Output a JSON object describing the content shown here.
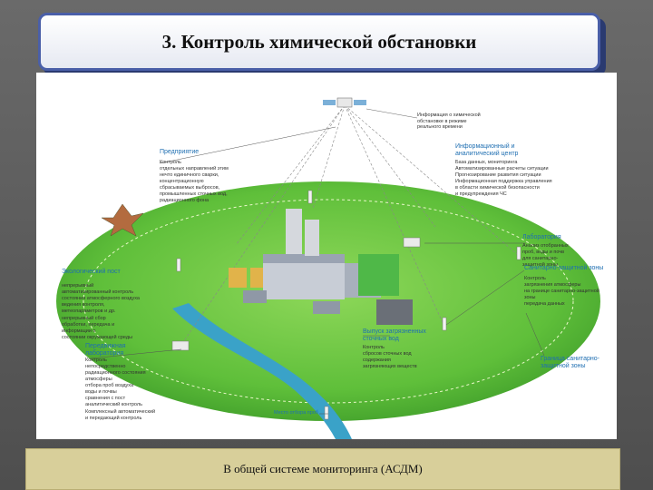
{
  "slide": {
    "title": "3. Контроль химической обстановки",
    "caption": "В общей системе мониторинга (АСДМ)"
  },
  "diagram": {
    "satellite_note": "Информация о химической обстановке в режиме реального времени",
    "info_center": {
      "title": "Информационный и аналитический центр",
      "lines": [
        "База данных, мониторинга",
        "Автоматизированные расчеты ситуации",
        "Прогнозирование развития ситуации",
        "Информационная поддержка управления",
        "в области химической безопасности",
        "и предупреждения ЧС"
      ]
    },
    "enterprise": {
      "title": "Предприятие",
      "lines": [
        "Контроль",
        "отдельных направлений этим",
        "нечто единичного сварки,",
        "концентрационную",
        "сбрасываемых выбросов,",
        "промышленных сточных вод,",
        "радиационного фона"
      ]
    },
    "eco_post": {
      "title": "Экологический пост",
      "lines": [
        "непрерывный",
        "автоматизированный контроль",
        "состояния атмосферного воздуха",
        "ведения контроля,",
        "метеопараметров и др."
      ]
    },
    "eco_post_note": [
      "непрерывный сбор",
      "обработки, передача и",
      "информации о",
      "состоянии окружающей среды"
    ],
    "mobile_lab": {
      "title": "Передвижная лаборатория",
      "lines": [
        "Контроль",
        "непосредственно",
        "радиационного состояния",
        "атмосферы",
        "отбора проб воздуха",
        "воды и почвы",
        "сравнения с пост",
        "аналитический контроль"
      ]
    },
    "mobile_lab_note": [
      "Комплексный автоматический",
      "и передающий контроль"
    ],
    "laboratory": {
      "title": "Лаборатория",
      "lines": [
        "Анализ отобранных",
        "проб, воды и почв",
        "для санитарно-",
        "защитной зоны"
      ]
    },
    "szz_monitor": {
      "title": "Санитарно-защитной зоны",
      "lines": [
        "Контроль",
        "загрязнения атмосферы",
        "на границе санитарно-защитной зоны",
        "передача данных"
      ]
    },
    "zone_border": "Граница санитарно-защитной зоны",
    "sewage": {
      "title": "Выпуск загрязненных сточных вод",
      "lines": [
        "Контроль",
        "сбросов сточных вод",
        "содержания",
        "загрязняющих веществ"
      ]
    },
    "sampling": "Место отбора проб",
    "colors": {
      "field": "#5fbf3a",
      "field_dark": "#3f9d2a",
      "river": "#3aa2c8",
      "accent": "#1f6fb2"
    }
  }
}
